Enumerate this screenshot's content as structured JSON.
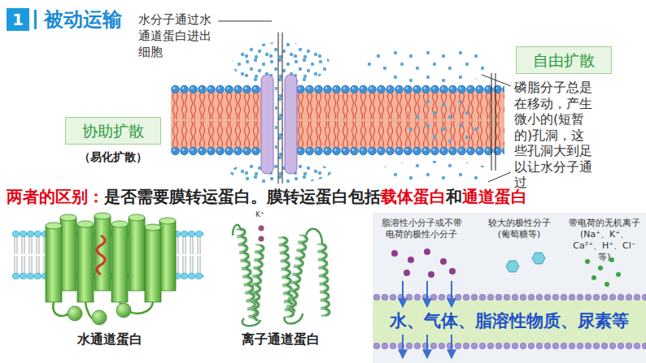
{
  "diagram": {
    "title": "被动运输",
    "nodes": [
      {
        "text": [
          "自由扩散"
        ]
      },
      {
        "text": [
          "协助扩散",
          "（易化扩散）"
        ]
      }
    ],
    "labels": [
      "1",
      "水分子通过水通道蛋白进出细胞",
      "磷脂分子总是在移动，产生微小的(短暂的)孔洞，这些孔洞大到足以让水分子通过",
      "两者的区别：",
      "是否需要膜转运蛋白。膜转运蛋白包括",
      "载体蛋白",
      "和",
      "通道蛋白",
      "水通道蛋白",
      "K⁺",
      "离子通道蛋白",
      "脂溶性小分子或不带电荷的极性小分子",
      "较大的极性分子(葡萄糖等)",
      "带电荷的无机离子(Na⁺、K⁺、Ca²⁺、H⁺、Cl⁻等)",
      "水、气体、脂溶性物质、尿素等"
    ]
  }
}
